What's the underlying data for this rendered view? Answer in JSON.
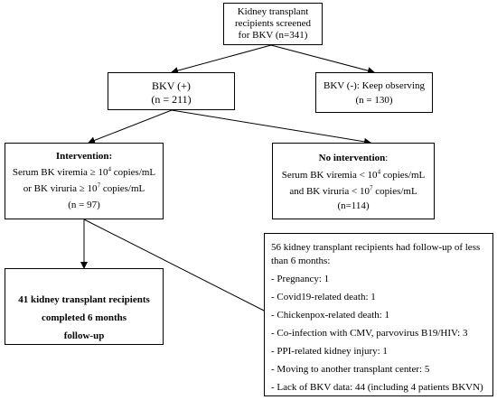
{
  "screened": {
    "line1": "Kidney transplant",
    "line2": "recipients screened",
    "line3": "for BKV (n=341)"
  },
  "bkv_pos": {
    "line1": "BKV (+)",
    "line2": "(n = 211)"
  },
  "bkv_neg": {
    "line1": "BKV (-): Keep observing",
    "line2": "(n = 130)"
  },
  "intervention": {
    "title": "Intervention:",
    "line1_pre": "Serum BK viremia ≥ 10",
    "line1_exp": "4",
    "line1_post": " copies/mL",
    "line2_pre": "or BK viruria ≥ 10",
    "line2_exp": "7",
    "line2_post": " copies/mL",
    "count": "(n = 97)"
  },
  "no_intervention": {
    "title": "No intervention",
    "colon": ":",
    "line1_pre": "Serum BK viremia < 10",
    "line1_exp": "4",
    "line1_post": " copies/mL",
    "line2_pre": "and BK viruria < 10",
    "line2_exp": "7",
    "line2_post": " copies/mL",
    "count": "(n=114)"
  },
  "completed": {
    "line1": "41 kidney transplant recipients",
    "line2": "completed 6 months",
    "line3": "follow-up"
  },
  "lost": {
    "intro1": "56 kidney transplant recipients had follow-up of less",
    "intro2": "than 6 months:",
    "items": [
      "- Pregnancy: 1",
      "- Covid19-related death: 1",
      "- Chickenpox-related death: 1",
      "- Co-infection with CMV, parvovirus B19/HIV: 3",
      "- PPI-related kidney injury: 1",
      "- Moving to another transplant center: 5",
      "- Lack of BKV data: 44 (including 4 patients BKVN)"
    ]
  }
}
